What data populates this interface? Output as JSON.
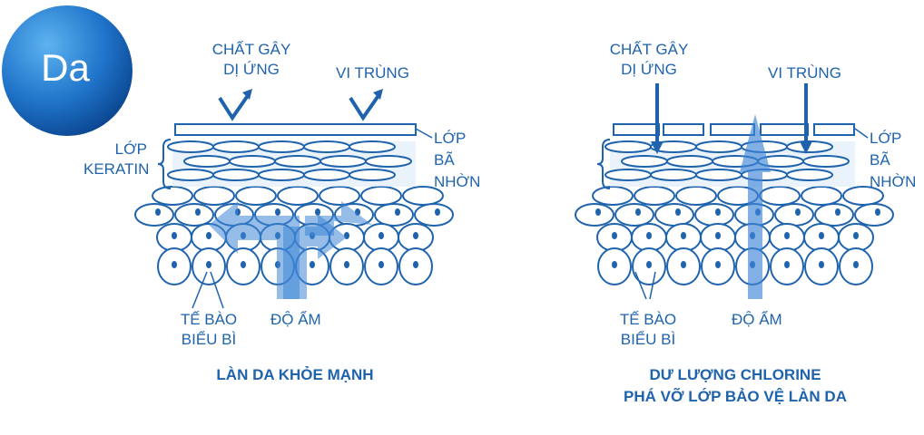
{
  "badge": {
    "text": "Da"
  },
  "healthy": {
    "label_allergen": [
      "CHẤT GÂY",
      "DỊ ỨNG"
    ],
    "label_germ": "VI TRÙNG",
    "label_keratin": [
      "LỚP",
      "KERATIN"
    ],
    "label_sebum": [
      "LỚP",
      "BÃ",
      "NHỜN"
    ],
    "label_cells": [
      "TẾ BÀO",
      "BIỂU BÌ"
    ],
    "label_moisture": "ĐỘ ẨM",
    "caption": "LÀN DA KHỎE MẠNH"
  },
  "damaged": {
    "label_allergen": [
      "CHẤT GÂY",
      "DỊ ỨNG"
    ],
    "label_germ": "VI TRÙNG",
    "label_sebum": [
      "LỚP",
      "BÃ",
      "NHỜN"
    ],
    "label_cells": [
      "TẾ BÀO",
      "BIỂU BÌ"
    ],
    "label_moisture": "ĐỘ ẨM",
    "caption": [
      "DƯ LƯỢNG CHLORINE",
      "PHÁ VỠ LỚP BẢO VỆ LÀN DA"
    ]
  },
  "colors": {
    "primary": "#1f63ad",
    "badge_light": "#4aa3e8",
    "badge_dark": "#0d4e9c",
    "layer_fill": "#dce9f8",
    "arrow": "#3f86d6"
  }
}
